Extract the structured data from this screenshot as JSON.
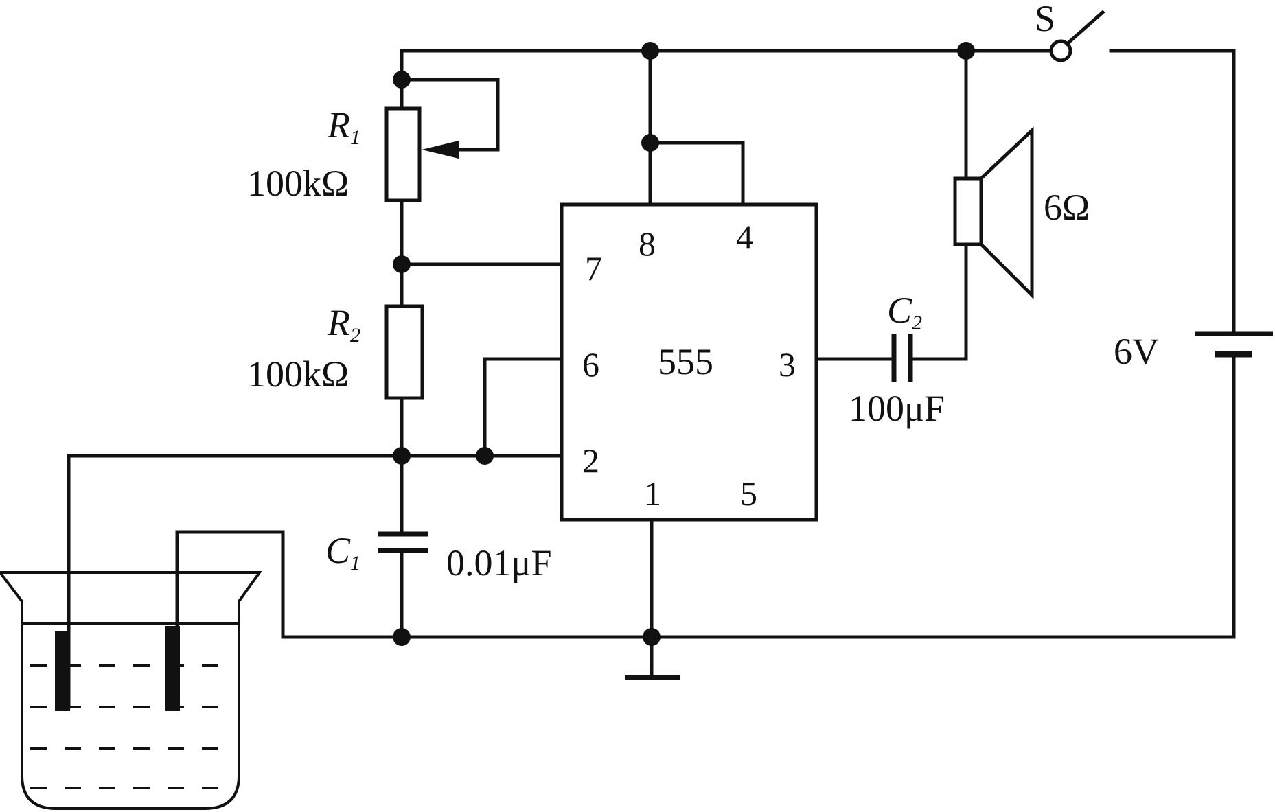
{
  "components": {
    "r1": {
      "letter": "R",
      "sub": "1",
      "value": "100kΩ"
    },
    "r2": {
      "letter": "R",
      "sub": "2",
      "value": "100kΩ"
    },
    "c1": {
      "letter": "C",
      "sub": "1",
      "value": "0.01μF"
    },
    "c2": {
      "letter": "C",
      "sub": "2",
      "value": "100μF"
    },
    "chip": {
      "label": "555"
    },
    "speaker": {
      "value": "6Ω"
    },
    "battery": {
      "value": "6V"
    },
    "switch": {
      "label": "S"
    }
  },
  "pins": {
    "p8": "8",
    "p4": "4",
    "p7": "7",
    "p6": "6",
    "p2": "2",
    "p3": "3",
    "p1": "1",
    "p5": "5"
  }
}
